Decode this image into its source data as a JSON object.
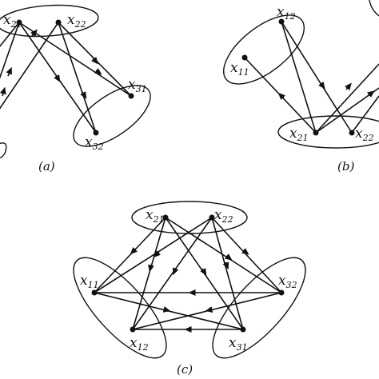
{
  "panels": [
    {
      "caption": "(a)",
      "nodes": [
        {
          "id": "x21",
          "label_main": "x",
          "label_sub": "21"
        },
        {
          "id": "x22",
          "label_main": "x",
          "label_sub": "22"
        },
        {
          "id": "x31",
          "label_main": "x",
          "label_sub": "31"
        },
        {
          "id": "x32",
          "label_main": "x",
          "label_sub": "32"
        }
      ]
    },
    {
      "caption": "(b)",
      "nodes": [
        {
          "id": "x12",
          "label_main": "x",
          "label_sub": "12"
        },
        {
          "id": "x11",
          "label_main": "x",
          "label_sub": "11"
        },
        {
          "id": "x21",
          "label_main": "x",
          "label_sub": "21"
        },
        {
          "id": "x22",
          "label_main": "x",
          "label_sub": "22"
        }
      ]
    },
    {
      "caption": "(c)",
      "nodes": [
        {
          "id": "x21",
          "label_main": "x",
          "label_sub": "21"
        },
        {
          "id": "x22",
          "label_main": "x",
          "label_sub": "22"
        },
        {
          "id": "x11",
          "label_main": "x",
          "label_sub": "11"
        },
        {
          "id": "x32",
          "label_main": "x",
          "label_sub": "32"
        },
        {
          "id": "x12",
          "label_main": "x",
          "label_sub": "12"
        },
        {
          "id": "x31",
          "label_main": "x",
          "label_sub": "31"
        }
      ]
    }
  ]
}
